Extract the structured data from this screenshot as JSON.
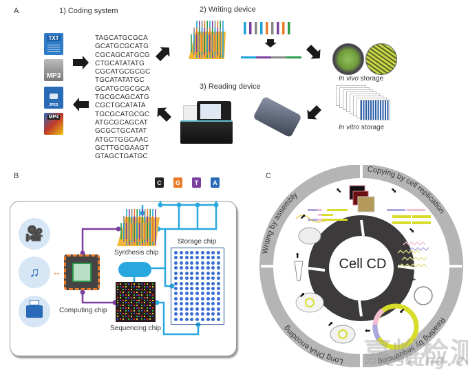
{
  "panel_a": {
    "label": "A",
    "coding_title": "1) Coding system",
    "writing_title": "2) Writing device",
    "reading_title": "3) Reading device",
    "file_icons": [
      {
        "name": "txt-file-icon",
        "text": "TXT",
        "color": "#2f7cc8"
      },
      {
        "name": "mp3-file-icon",
        "text": "MP3",
        "color": "#8a8a8a"
      },
      {
        "name": "jpeg-file-icon",
        "text": "JPEG",
        "color": "#2a6bb8"
      },
      {
        "name": "mp4-file-icon",
        "text": "MP4",
        "color": "#555555"
      }
    ],
    "sequences": [
      "TAGCATGCGCA",
      "GCATGCGCATG",
      "CGCAGCATGCG",
      "CTGCATATATG",
      "CGCATGCGCGC",
      "TGCATATATGC",
      "GCATGCGCGCA",
      "TGCGCAGCATG",
      "CGCTGCATATA",
      "TGCGCATGCGC",
      "ATGCGCAGCAT",
      "GCGCTGCATAT",
      "ATGCTGGCAAC",
      "GCTTGCGAAGT",
      "GTAGCTGATGC"
    ],
    "in_vivo_italic": "In vivo",
    "in_vivo_rest": " storage",
    "in_vitro_italic": "In vitro",
    "in_vitro_rest": " storage",
    "oligo_colors": [
      "#1ea0d8",
      "#7b3fa0",
      "#888888",
      "#e87a2a",
      "#2a9c4a"
    ]
  },
  "panel_b": {
    "label": "B",
    "reagents": [
      {
        "letter": "C",
        "color": "#222222"
      },
      {
        "letter": "G",
        "color": "#e87a2a"
      },
      {
        "letter": "T",
        "color": "#7b3fa0"
      },
      {
        "letter": "A",
        "color": "#2a6bb8"
      }
    ],
    "synthesis_chip": "Synthesis chip",
    "storage_chip": "Storage chip",
    "computing_chip": "Computing chip",
    "sequencing_chip": "Sequencing chip",
    "media_icons": [
      "video-camera-icon",
      "music-trumpet-icon",
      "typewriter-icon"
    ],
    "wire_color": "#29a8e0",
    "purple_wire": "#7b3fa0"
  },
  "panel_c": {
    "label": "C",
    "center": "Cell CD",
    "ring_labels": [
      "Reading by sequencing",
      "Long DNA encoding",
      "Writing by assembly",
      "Copying by cell replication"
    ]
  },
  "watermark": {
    "cn": "嘉峪检测网",
    "en": "esting.com"
  }
}
